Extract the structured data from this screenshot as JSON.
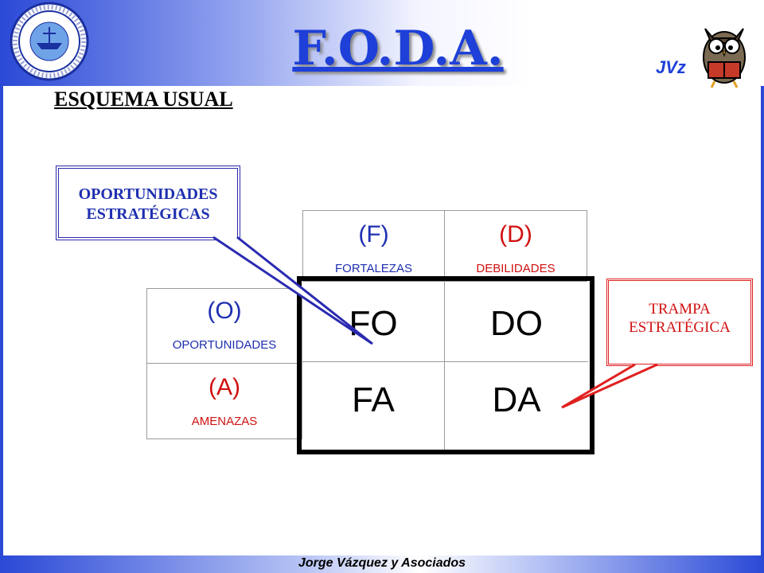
{
  "header": {
    "title": "F.O.D.A.",
    "subtitle": "ESQUEMA  USUAL",
    "brand_initials": "JVz",
    "logo_icon": "prefectura-naval-seal-icon",
    "mascot_icon": "owl-reading-icon"
  },
  "callouts": {
    "oportunidades": {
      "line1": "OPORTUNIDADES",
      "line2": "ESTRATÉGICAS"
    },
    "trampa": {
      "line1": "TRAMPA",
      "line2": "ESTRATÉGICA"
    }
  },
  "matrix": {
    "col_headers": [
      {
        "code": "(F)",
        "label": "FORTALEZAS"
      },
      {
        "code": "(D)",
        "label": "DEBILIDADES"
      }
    ],
    "row_headers": [
      {
        "code": "(O)",
        "label": "OPORTUNIDADES"
      },
      {
        "code": "(A)",
        "label": "AMENAZAS"
      }
    ],
    "cells": [
      [
        "FO",
        "DO"
      ],
      [
        "FA",
        "DA"
      ]
    ]
  },
  "footer": {
    "text": "Jorge Vázquez y Asociados"
  },
  "colors": {
    "title": "#1e40d8",
    "header_blue": "#2a49d6",
    "col_header_f": "#1e2fb0",
    "col_header_d": "#d01010",
    "row_header_o": "#1e2fb0",
    "row_header_a": "#d01010",
    "callout_blue": "#1e2fb0",
    "callout_red": "#d01010"
  }
}
